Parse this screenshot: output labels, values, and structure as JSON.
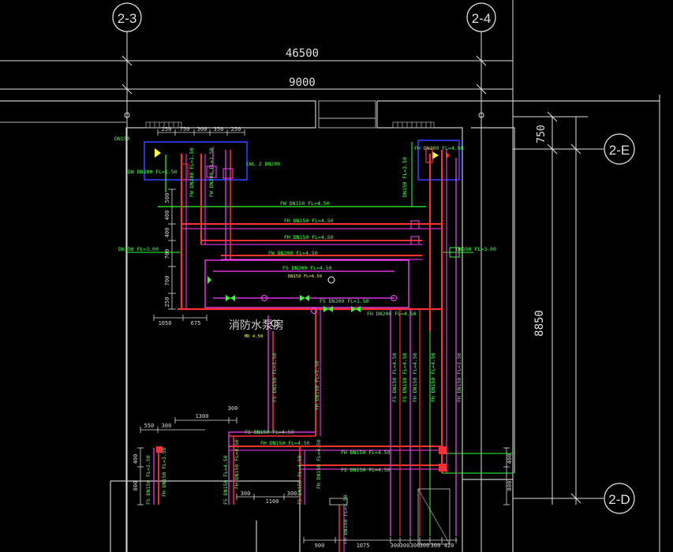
{
  "colors": {
    "background": "#000000",
    "wall": "#c8c8c8",
    "dimension": "#d8d8d8",
    "fire_hydrant": "#ff3030",
    "sprinkler": "#ff40ff",
    "supply": "#30ff30",
    "outline_blue": "#3040ff",
    "valve_yellow": "#ffff40",
    "label_green": "#50ff50"
  },
  "grid_axes": {
    "top_left": "2-3",
    "top_right": "2-4",
    "right_upper": "2-E",
    "right_lower": "2-D"
  },
  "dimensions": {
    "overall_width": "46500",
    "bay_width": "9000",
    "right_upper": "750",
    "right_long": "8850",
    "top_strip": [
      "250",
      "750",
      "300",
      "350",
      "250"
    ],
    "left_stack": [
      "500",
      "400",
      "400",
      "700",
      "700",
      "250"
    ],
    "row_under_manifold": [
      "1050",
      "675"
    ],
    "lower_left": [
      "550",
      "300",
      "1300",
      "300"
    ],
    "lower_left_vertical": [
      "400",
      "800"
    ],
    "lower_mid": [
      "300",
      "1100",
      "300"
    ],
    "bottom_row": [
      "900",
      "1075",
      "300",
      "300",
      "300",
      "300",
      "300",
      "420"
    ],
    "right_bottom": [
      "400",
      "800"
    ]
  },
  "room_label": "消防水泵房",
  "pipe_labels": {
    "tl_small": "DN150",
    "tl_top": "DN150",
    "tl_eq": "CWL 2 DN200",
    "tl_vertical": "DW DN200 FL=1.50",
    "v_long_1": "FW DN200 FL=1.50",
    "v_long_2": "FW DN200 FL=1.50",
    "h_row_1": "FW DN150 FL=4.50",
    "h_row_2": "FH DN150 FL=4.50",
    "h_row_3": "FH DN150 FL=4.50",
    "h_row_4": "FW DN200 FL=4.50",
    "left_side": "DN150 FL=3.00",
    "right_side": "DN150 FL=3.00",
    "loop_top": "FS DN200 FL=4.50",
    "loop_sub": "DN150 FL=4.50",
    "loop_bottom": "FS DN200 FL=1.50",
    "tr_top": "FH DN200 FL=4.50",
    "tr_side": "FH DN150 FL=3.50",
    "tr_vert": "DN150 FL=3.50",
    "manifold_bottom": "FH DN200 FL=4.50",
    "sub_label": "MD 4.50",
    "mid_v1": "FS DN150 FL=3.50",
    "mid_v2": "FH DN150 FL=3.50",
    "mid_h1": "FS DN150 FL=4.50",
    "mid_h2": "FH DN150 FL=4.50",
    "r_v1": "FS DN150 FL=4.50",
    "r_v2": "FS DN150 FL=4.50",
    "r_v3": "FH DN150 FL=4.50",
    "r_v4": "FH DN150 FL=4.50",
    "r_v5": "FH DN150 FL=3.50",
    "r_h1": "FH DN150 FL=4.50",
    "r_h2": "FS DN150 FL=4.50",
    "ll_v1": "FS DN150 FL=3.50",
    "ll_v2": "FH DN150 FL=3.50",
    "lm_v1": "FS DN150 FL=4.50",
    "lm_v2": "FH DN150 FL=4.50",
    "lm2_v1": "FS DN150 FL=4.50",
    "lm2_v2": "FH DN150 FL=4.50",
    "bottom_v": "FH DN150 FL=3.50"
  }
}
